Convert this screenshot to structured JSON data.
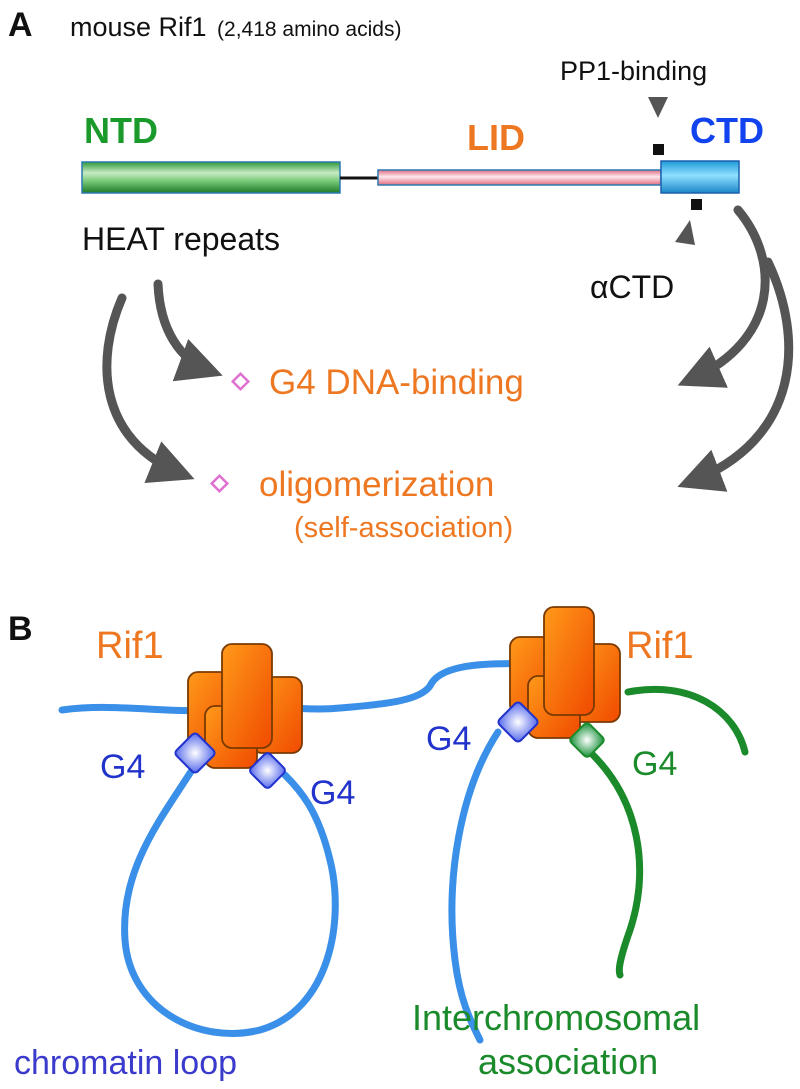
{
  "panel_a": {
    "label": "A",
    "title_main": "mouse Rif1",
    "title_sub": "(2,418 amino acids)",
    "pp1_label": "PP1-binding",
    "ntd_label": "NTD",
    "lid_label": "LID",
    "ctd_label": "CTD",
    "heat_label": "HEAT repeats",
    "actd_label": "αCTD",
    "g4_binding_label": "G4 DNA-binding",
    "oligo_label": "oligomerization",
    "self_assoc_label": "(self-association)"
  },
  "panel_b": {
    "label": "B",
    "rif1_left": "Rif1",
    "rif1_right": "Rif1",
    "g4_left_1": "G4",
    "g4_left_2": "G4",
    "g4_right_1": "G4",
    "g4_right_2": "G4",
    "chromatin_loop_label": "chromatin loop",
    "inter_label_line1": "Interchromosomal",
    "inter_label_line2": "association"
  },
  "colors": {
    "ntd": "#1a9a2a",
    "lid": "#ee7722",
    "ctd": "#1144ee",
    "orange_text": "#ee7722",
    "blue_dna": "#3a8fe8",
    "green_dna": "#1a8a2a",
    "g4_text_blue": "#2233cc",
    "g4_text_green": "#1a8a2a",
    "arrow": "#555555",
    "pink": "#e070d0"
  }
}
